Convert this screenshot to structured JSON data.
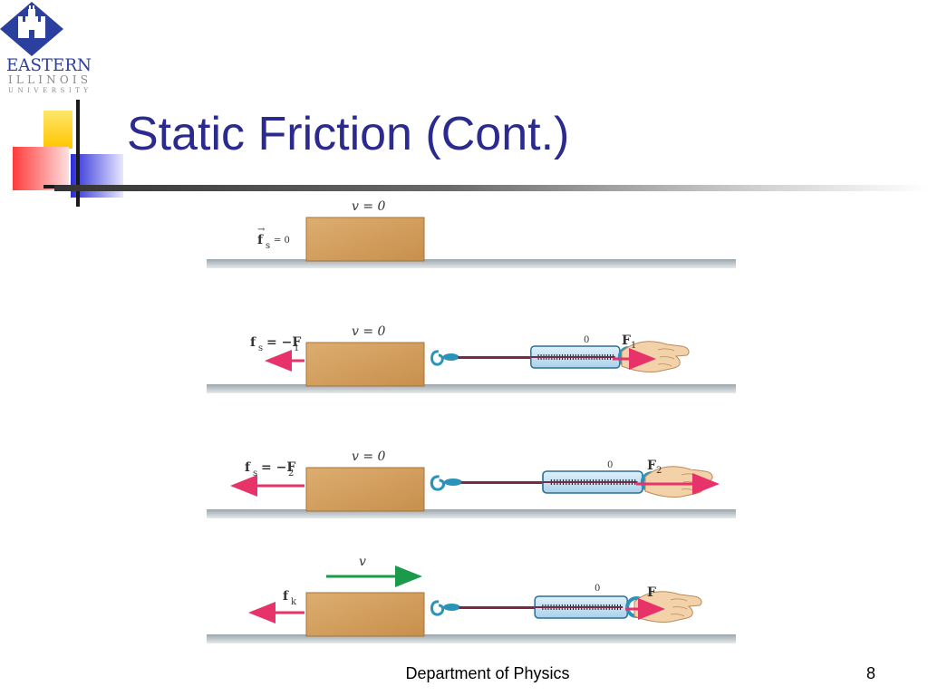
{
  "slide": {
    "title": "Static Friction (Cont.)",
    "footer_text": "Department of Physics",
    "page_number": "8"
  },
  "logo": {
    "name_line1": "EASTERN",
    "name_line2": "ILLINOIS",
    "name_line3": "UNIVERSITY"
  },
  "colors": {
    "title": "#2b2b8f",
    "accent_yellow": "#ffd400",
    "accent_red": "#ff3b3b",
    "accent_blue": "#2a2ad8",
    "logo_blue": "#2a3f9e",
    "force_arrow": "#e8336a",
    "velocity_arrow": "#1a9a4a",
    "block": "#d4a263"
  },
  "diagram": {
    "panels": [
      {
        "velocity_label": "v = 0",
        "friction_label": "f",
        "friction_sub": "s",
        "friction_rhs": "= 0",
        "has_scale": false
      },
      {
        "velocity_label": "v = 0",
        "friction_label": "f",
        "friction_sub": "s",
        "friction_rhs": "= −F",
        "friction_rhs_sub": "1",
        "applied_label": "F",
        "applied_sub": "1",
        "scale_zero": "0",
        "has_scale": true
      },
      {
        "velocity_label": "v = 0",
        "friction_label": "f",
        "friction_sub": "s",
        "friction_rhs": "= −F",
        "friction_rhs_sub": "2",
        "applied_label": "F",
        "applied_sub": "2",
        "scale_zero": "0",
        "has_scale": true
      },
      {
        "velocity_label": "v",
        "friction_label": "f",
        "friction_sub": "k",
        "applied_label": "F",
        "scale_zero": "0",
        "has_scale": true,
        "moving": true
      }
    ]
  }
}
